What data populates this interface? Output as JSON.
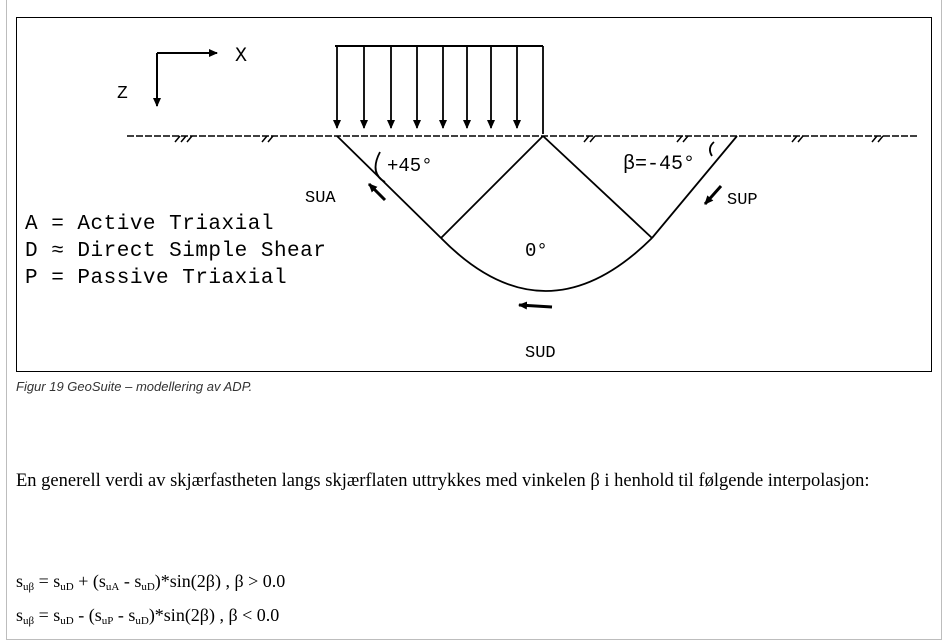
{
  "figure": {
    "axis_x_label": "X",
    "axis_z_label": "Z",
    "angle_active": "+45°",
    "angle_passive": "β=-45°",
    "angle_dss": "0°",
    "label_sua": "SUA",
    "label_sup": "SUP",
    "label_sud": "SUD",
    "legend": [
      "A = Active Triaxial",
      "D ≈ Direct Simple Shear",
      "P = Passive Triaxial"
    ]
  },
  "caption": "Figur 19 GeoSuite – modellering av ADP.",
  "paragraph": "En generell verdi av skjærfastheten langs skjærflaten uttrykkes med vinkelen β i henhold til følgende interpolasjon:",
  "formula_1": {
    "s1": "s",
    "sub1": "uβ",
    "eq": " = s",
    "sub2": "uD",
    "t1": " + (s",
    "sub3": "uA",
    "t2": " - s",
    "sub4": "uD",
    "tail": ")*sin(2β) , β > 0.0"
  },
  "formula_2": {
    "s1": "s",
    "sub1": "uβ",
    "eq": " =  s",
    "sub2": "uD",
    "t1": " - (s",
    "sub3": "uP",
    "t2": " - s",
    "sub4": "uD",
    "tail": ")*sin(2β) , β < 0.0"
  }
}
